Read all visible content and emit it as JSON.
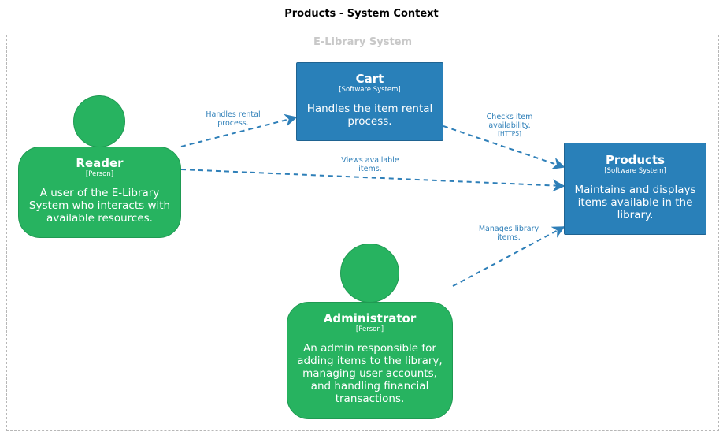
{
  "diagram": {
    "title": "Products - System Context",
    "boundary_label": "E-Library System"
  },
  "nodes": {
    "cart": {
      "name": "Cart",
      "type": "[Software System]",
      "description": "Handles the item rental process."
    },
    "products": {
      "name": "Products",
      "type": "[Software System]",
      "description": "Maintains and displays items available in the library."
    },
    "reader": {
      "name": "Reader",
      "type": "[Person]",
      "description": "A user of the E-Library System who interacts with available resources."
    },
    "administrator": {
      "name": "Administrator",
      "type": "[Person]",
      "description": "An admin responsible for adding items to the library, managing user accounts, and handling financial transactions."
    }
  },
  "edges": {
    "reader_cart": {
      "label": "Handles rental process."
    },
    "reader_products": {
      "label": "Views available items."
    },
    "cart_products": {
      "label": "Checks item availability.",
      "technology": "[HTTPS]"
    },
    "admin_products": {
      "label": "Manages library items."
    }
  },
  "colors": {
    "system": "#2980b9",
    "person": "#27b360",
    "edge": "#2e7fb8",
    "boundary": "#b7b7b7"
  }
}
